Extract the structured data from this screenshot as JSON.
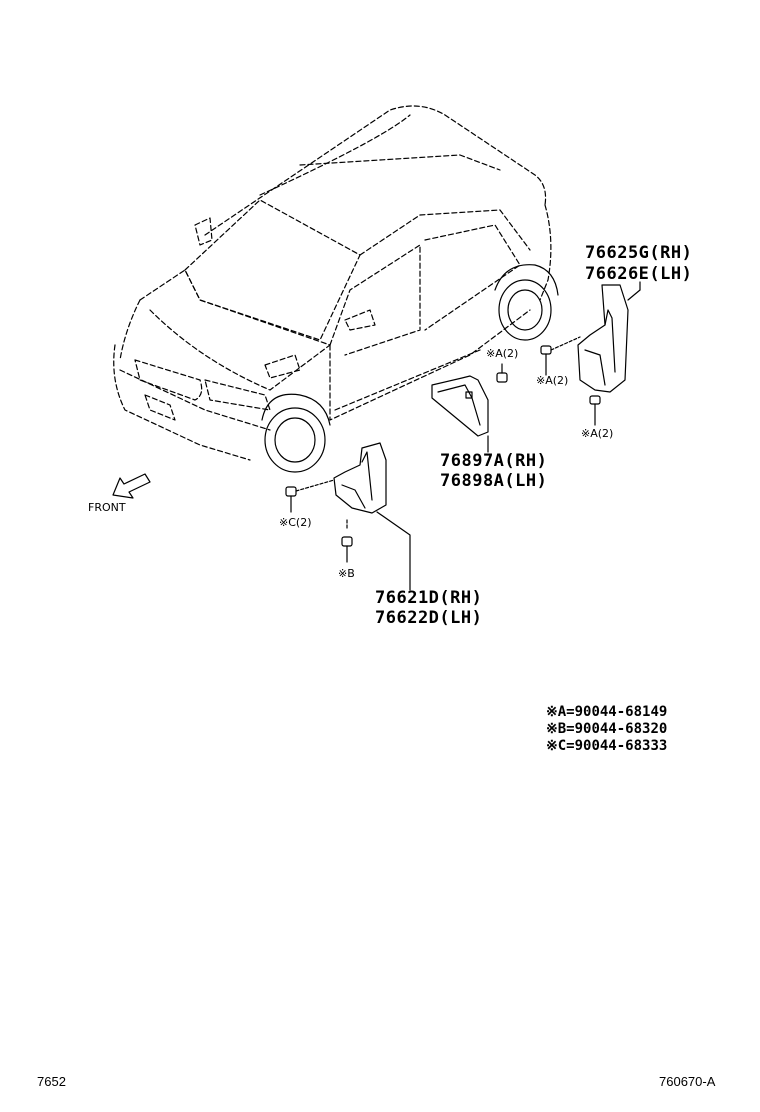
{
  "diagram": {
    "front_label": "FRONT",
    "rear_mudguard": {
      "rh": "76625G(RH)",
      "lh": "76626E(LH)"
    },
    "seal": {
      "rh": "76897A(RH)",
      "lh": "76898A(LH)"
    },
    "front_mudguard": {
      "rh": "76621D(RH)",
      "lh": "76622D(LH)"
    },
    "callouts": {
      "a_upper": "※A(2)",
      "a_mid": "※A(2)",
      "a_lower": "※A(2)",
      "c": "※C(2)",
      "b": "※B"
    },
    "legend": [
      "※A=90044-68149",
      "※B=90044-68320",
      "※C=90044-68333"
    ]
  },
  "footer": {
    "left_code": "7652",
    "right_code": "760670-A"
  },
  "colors": {
    "ink": "#000000",
    "background": "#ffffff"
  }
}
